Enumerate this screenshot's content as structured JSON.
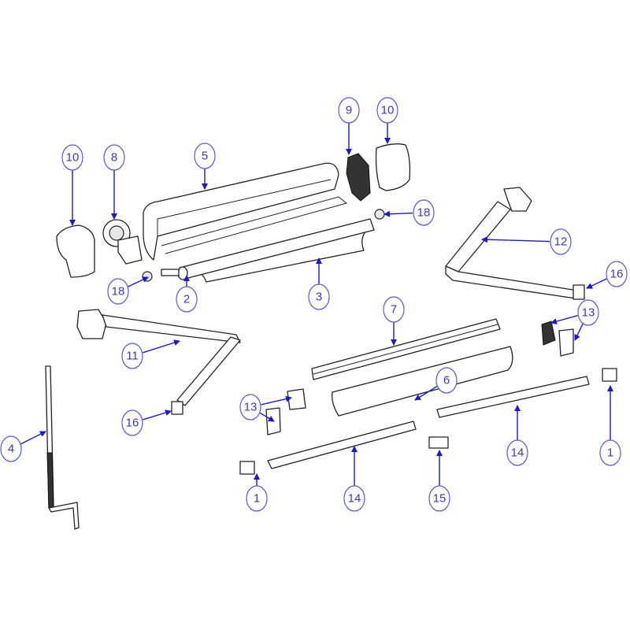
{
  "diagram": {
    "type": "exploded-parts-view",
    "colors": {
      "callout_circle": "#5a5ad0",
      "callout_text": "#3a3ab8",
      "leader_line": "#1a1acc",
      "part_outline": "#222222"
    },
    "callouts": [
      "10",
      "8",
      "5",
      "9",
      "10",
      "18",
      "12",
      "16",
      "18",
      "2",
      "3",
      "7",
      "13",
      "11",
      "6",
      "16",
      "13",
      "4",
      "1",
      "14",
      "1",
      "14",
      "15"
    ]
  }
}
